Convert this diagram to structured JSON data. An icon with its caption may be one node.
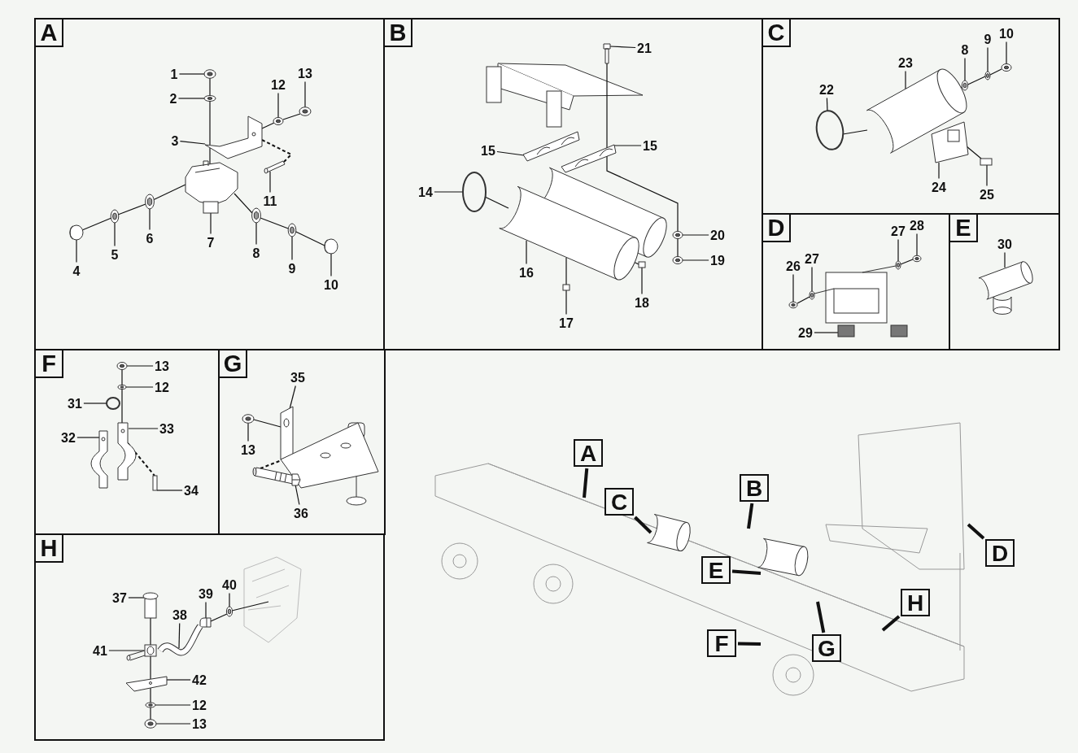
{
  "diagram": {
    "nodes": [
      {
        "text": [],
        "shape": "box"
      },
      {
        "text": [],
        "shape": "box"
      },
      {
        "text": [],
        "shape": "box"
      },
      {
        "text": [],
        "shape": "box"
      },
      {
        "text": [],
        "shape": "box"
      },
      {
        "text": [],
        "shape": "box"
      },
      {
        "text": [],
        "shape": "box"
      },
      {
        "text": [],
        "shape": "box"
      },
      {
        "text": [
          "A"
        ],
        "in": 0
      },
      {
        "text": [
          "B"
        ],
        "in": 1
      },
      {
        "text": [
          "C"
        ],
        "in": 2
      },
      {
        "text": [
          "D"
        ],
        "in": 3
      },
      {
        "text": [
          "E"
        ],
        "in": 4
      },
      {
        "text": [
          "F"
        ],
        "in": 5
      },
      {
        "text": [
          "G"
        ],
        "in": 6
      },
      {
        "text": [
          "H"
        ],
        "in": 7
      },
      {
        "text": [
          "1"
        ],
        "in": 0
      },
      {
        "text": [
          "2"
        ],
        "in": 0
      },
      {
        "text": [
          "3"
        ],
        "in": 0
      },
      {
        "text": [
          "12"
        ],
        "in": 0
      },
      {
        "text": [
          "13"
        ],
        "in": 0
      },
      {
        "text": [
          "11"
        ],
        "in": 0
      },
      {
        "text": [
          "4"
        ],
        "in": 0
      },
      {
        "text": [
          "5"
        ],
        "in": 0
      },
      {
        "text": [
          "6"
        ],
        "in": 0
      },
      {
        "text": [
          "7"
        ],
        "in": 0
      },
      {
        "text": [
          "8"
        ],
        "in": 0
      },
      {
        "text": [
          "9"
        ],
        "in": 0
      },
      {
        "text": [
          "10"
        ],
        "in": 0
      },
      {
        "text": [
          "21"
        ],
        "in": 1
      },
      {
        "text": [
          "15"
        ],
        "in": 1
      },
      {
        "text": [
          "15"
        ],
        "in": 1
      },
      {
        "text": [
          "14"
        ],
        "in": 1
      },
      {
        "text": [
          "20"
        ],
        "in": 1
      },
      {
        "text": [
          "16"
        ],
        "in": 1
      },
      {
        "text": [
          "19"
        ],
        "in": 1
      },
      {
        "text": [
          "18"
        ],
        "in": 1
      },
      {
        "text": [
          "17"
        ],
        "in": 1
      },
      {
        "text": [
          "10"
        ],
        "in": 2
      },
      {
        "text": [
          "9"
        ],
        "in": 2
      },
      {
        "text": [
          "8"
        ],
        "in": 2
      },
      {
        "text": [
          "23"
        ],
        "in": 2
      },
      {
        "text": [
          "22"
        ],
        "in": 2
      },
      {
        "text": [
          "24"
        ],
        "in": 2
      },
      {
        "text": [
          "25"
        ],
        "in": 2
      },
      {
        "text": [
          "28"
        ],
        "in": 3
      },
      {
        "text": [
          "27"
        ],
        "in": 3
      },
      {
        "text": [
          "26"
        ],
        "in": 3
      },
      {
        "text": [
          "27"
        ],
        "in": 3
      },
      {
        "text": [
          "29"
        ],
        "in": 3
      },
      {
        "text": [
          "30"
        ],
        "in": 4
      },
      {
        "text": [
          "13"
        ],
        "in": 5
      },
      {
        "text": [
          "12"
        ],
        "in": 5
      },
      {
        "text": [
          "31"
        ],
        "in": 5
      },
      {
        "text": [
          "33"
        ],
        "in": 5
      },
      {
        "text": [
          "32"
        ],
        "in": 5
      },
      {
        "text": [
          "34"
        ],
        "in": 5
      },
      {
        "text": [
          "35"
        ],
        "in": 6
      },
      {
        "text": [
          "13"
        ],
        "in": 6
      },
      {
        "text": [
          "36"
        ],
        "in": 6
      },
      {
        "text": [
          "40"
        ],
        "in": 7
      },
      {
        "text": [
          "39"
        ],
        "in": 7
      },
      {
        "text": [
          "37"
        ],
        "in": 7
      },
      {
        "text": [
          "38"
        ],
        "in": 7
      },
      {
        "text": [
          "41"
        ],
        "in": 7
      },
      {
        "text": [
          "42"
        ],
        "in": 7
      },
      {
        "text": [
          "12"
        ],
        "in": 7
      },
      {
        "text": [
          "13"
        ],
        "in": 7
      },
      {
        "text": [
          "A"
        ]
      },
      {
        "text": [
          "C"
        ]
      },
      {
        "text": [
          "B"
        ]
      },
      {
        "text": [
          "E"
        ]
      },
      {
        "text": [
          "D"
        ]
      },
      {
        "text": [
          "H"
        ]
      },
      {
        "text": [
          "F"
        ]
      },
      {
        "text": [
          "G"
        ]
      },
      {
        "text": [],
        "shape": "picture",
        "in": 0
      },
      {
        "text": [],
        "shape": "picture",
        "in": 0
      },
      {
        "text": [],
        "shape": "picture",
        "in": 0
      },
      {
        "text": [],
        "shape": "picture",
        "in": 0
      },
      {
        "text": [],
        "shape": "picture",
        "in": 0
      },
      {
        "text": [],
        "shape": "picture",
        "in": 0
      },
      {
        "text": [],
        "shape": "picture",
        "in": 0
      },
      {
        "text": [],
        "shape": "picture",
        "in": 0
      },
      {
        "text": [],
        "shape": "picture",
        "in": 0
      },
      {
        "text": [],
        "shape": "picture",
        "in": 0
      },
      {
        "text": [],
        "shape": "picture",
        "in": 0
      },
      {
        "text": [],
        "shape": "picture",
        "in": 0
      },
      {
        "text": [],
        "shape": "picture",
        "in": 0
      },
      {
        "text": [],
        "shape": "picture",
        "in": 1
      },
      {
        "text": [],
        "shape": "picture",
        "in": 1
      },
      {
        "text": [],
        "shape": "picture",
        "in": 1
      },
      {
        "text": [],
        "shape": "circle",
        "in": 1
      },
      {
        "text": [],
        "shape": "picture",
        "in": 1
      },
      {
        "text": [],
        "shape": "picture",
        "in": 1
      },
      {
        "text": [],
        "shape": "picture",
        "in": 1
      },
      {
        "text": [],
        "shape": "box",
        "in": 1
      },
      {
        "text": [],
        "shape": "box",
        "in": 1
      },
      {
        "text": [],
        "shape": "picture",
        "in": 2
      },
      {
        "text": [],
        "shape": "picture",
        "in": 2
      },
      {
        "text": [],
        "shape": "picture",
        "in": 2
      },
      {
        "text": [],
        "shape": "picture",
        "in": 2
      },
      {
        "text": [],
        "shape": "circle",
        "in": 2
      },
      {
        "text": [],
        "shape": "picture",
        "in": 2
      },
      {
        "text": [],
        "shape": "box",
        "in": 2
      },
      {
        "text": [],
        "shape": "picture",
        "in": 3
      },
      {
        "text": [],
        "shape": "picture",
        "in": 3
      },
      {
        "text": [],
        "shape": "picture",
        "in": 3
      },
      {
        "text": [],
        "shape": "picture",
        "in": 3
      },
      {
        "text": [],
        "shape": "picture",
        "in": 3
      },
      {
        "text": [],
        "shape": "picture",
        "in": 4
      },
      {
        "text": [],
        "shape": "picture",
        "in": 5
      },
      {
        "text": [],
        "shape": "picture",
        "in": 5
      },
      {
        "text": [],
        "shape": "circle",
        "in": 5
      },
      {
        "text": [],
        "shape": "picture",
        "in": 5
      },
      {
        "text": [],
        "shape": "picture",
        "in": 5
      },
      {
        "text": [],
        "shape": "box",
        "in": 5
      },
      {
        "text": [],
        "shape": "picture",
        "in": 6
      },
      {
        "text": [],
        "shape": "picture",
        "in": 6
      },
      {
        "text": [],
        "shape": "picture",
        "in": 6
      },
      {
        "text": [],
        "shape": "picture",
        "in": 7
      },
      {
        "text": [],
        "shape": "picture",
        "in": 7
      },
      {
        "text": [],
        "shape": "picture",
        "in": 7
      },
      {
        "text": [],
        "shape": "picture",
        "in": 7
      },
      {
        "text": [],
        "shape": "picture",
        "in": 7
      },
      {
        "text": [],
        "shape": "picture",
        "in": 7
      },
      {
        "text": [],
        "shape": "picture",
        "in": 7
      },
      {
        "text": [],
        "shape": "picture",
        "in": 7
      }
    ],
    "edges": [
      {
        "from": 16,
        "to": 76,
        "arrow": "none"
      },
      {
        "from": 17,
        "to": 77,
        "arrow": "none"
      },
      {
        "from": 18,
        "to": 78,
        "arrow": "none"
      },
      {
        "from": 19,
        "to": 79,
        "arrow": "none"
      },
      {
        "from": 20,
        "to": 80,
        "arrow": "none"
      },
      {
        "from": 21,
        "to": 81,
        "arrow": "none"
      },
      {
        "from": 22,
        "to": 82,
        "arrow": "none"
      },
      {
        "from": 23,
        "to": 83,
        "arrow": "none"
      },
      {
        "from": 24,
        "to": 84,
        "arrow": "none"
      },
      {
        "from": 25,
        "to": 85,
        "arrow": "none"
      },
      {
        "from": 26,
        "to": 86,
        "arrow": "none"
      },
      {
        "from": 27,
        "to": 87,
        "arrow": "none"
      },
      {
        "from": 28,
        "to": 88,
        "arrow": "none"
      },
      {
        "from": 29,
        "to": 89,
        "arrow": "none"
      },
      {
        "from": 30,
        "to": 90,
        "arrow": "none"
      },
      {
        "from": 31,
        "to": 91,
        "arrow": "none"
      },
      {
        "from": 32,
        "to": 92,
        "arrow": "none"
      },
      {
        "from": 33,
        "to": 93,
        "arrow": "none"
      },
      {
        "from": 34,
        "to": 94,
        "arrow": "none"
      },
      {
        "from": 35,
        "to": 95,
        "arrow": "none"
      },
      {
        "from": 36,
        "to": 96,
        "arrow": "none"
      },
      {
        "from": 37,
        "to": 97,
        "arrow": "none"
      },
      {
        "from": 38,
        "to": 98,
        "arrow": "none"
      },
      {
        "from": 39,
        "to": 99,
        "arrow": "none"
      },
      {
        "from": 40,
        "to": 100,
        "arrow": "none"
      },
      {
        "from": 41,
        "to": 101,
        "arrow": "none"
      },
      {
        "from": 42,
        "to": 102,
        "arrow": "none"
      },
      {
        "from": 43,
        "to": 103,
        "arrow": "none"
      },
      {
        "from": 44,
        "to": 104,
        "arrow": "none"
      },
      {
        "from": 45,
        "to": 105,
        "arrow": "none"
      },
      {
        "from": 46,
        "to": 106,
        "arrow": "none"
      },
      {
        "from": 47,
        "to": 107,
        "arrow": "none"
      },
      {
        "from": 48,
        "to": 108,
        "arrow": "none"
      },
      {
        "from": 49,
        "to": 109,
        "arrow": "none"
      },
      {
        "from": 50,
        "to": 110,
        "arrow": "none"
      },
      {
        "from": 51,
        "to": 111,
        "arrow": "none"
      },
      {
        "from": 52,
        "to": 112,
        "arrow": "none"
      },
      {
        "from": 53,
        "to": 113,
        "arrow": "none"
      },
      {
        "from": 54,
        "to": 114,
        "arrow": "none"
      },
      {
        "from": 55,
        "to": 115,
        "arrow": "none"
      },
      {
        "from": 56,
        "to": 116,
        "arrow": "none"
      },
      {
        "from": 57,
        "to": 117,
        "arrow": "none"
      },
      {
        "from": 58,
        "to": 118,
        "arrow": "none"
      },
      {
        "from": 59,
        "to": 119,
        "arrow": "none"
      },
      {
        "from": 60,
        "to": 120,
        "arrow": "none"
      },
      {
        "from": 61,
        "to": 121,
        "arrow": "none"
      },
      {
        "from": 62,
        "to": 122,
        "arrow": "none"
      },
      {
        "from": 63,
        "to": 123,
        "arrow": "none"
      },
      {
        "from": 64,
        "to": 124,
        "arrow": "none"
      },
      {
        "from": 65,
        "to": 125,
        "arrow": "none"
      },
      {
        "from": 66,
        "to": 126,
        "arrow": "none"
      },
      {
        "from": 67,
        "to": 127,
        "arrow": "none"
      },
      {
        "from": 68,
        "to": null,
        "arrow": "none",
        "style": "thick"
      },
      {
        "from": 69,
        "to": null,
        "arrow": "none",
        "style": "thick"
      },
      {
        "from": 70,
        "to": null,
        "arrow": "none",
        "style": "thick"
      },
      {
        "from": 71,
        "to": null,
        "arrow": "none",
        "style": "thick"
      },
      {
        "from": 72,
        "to": null,
        "arrow": "none",
        "style": "thick"
      },
      {
        "from": 73,
        "to": null,
        "arrow": "none",
        "style": "thick"
      },
      {
        "from": 74,
        "to": null,
        "arrow": "none",
        "style": "thick"
      },
      {
        "from": 75,
        "to": null,
        "arrow": "none",
        "style": "thick"
      },
      {
        "from": 82,
        "to": 83,
        "arrow": "none"
      },
      {
        "from": 83,
        "to": 84,
        "arrow": "none"
      },
      {
        "from": 84,
        "to": 85,
        "arrow": "none"
      },
      {
        "from": 85,
        "to": 86,
        "arrow": "none"
      },
      {
        "from": 86,
        "to": 87,
        "arrow": "none"
      },
      {
        "from": 87,
        "to": 88,
        "arrow": "none"
      },
      {
        "from": 76,
        "to": 77,
        "arrow": "none"
      },
      {
        "from": 77,
        "to": 78,
        "arrow": "none"
      },
      {
        "from": 78,
        "to": 85,
        "arrow": "none"
      },
      {
        "from": 78,
        "to": 79,
        "arrow": "none"
      },
      {
        "from": 79,
        "to": 80,
        "arrow": "none"
      },
      {
        "from": 78,
        "to": 81,
        "arrow": "none",
        "style": "dashed"
      },
      {
        "from": 89,
        "to": 93,
        "arrow": "none"
      },
      {
        "from": 93,
        "to": 95,
        "arrow": "none"
      },
      {
        "from": 92,
        "to": 94,
        "arrow": "none"
      },
      {
        "from": 94,
        "to": 96,
        "arrow": "none"
      },
      {
        "from": 94,
        "to": 97,
        "arrow": "none"
      },
      {
        "from": 102,
        "to": 101,
        "arrow": "none"
      },
      {
        "from": 101,
        "to": 100,
        "arrow": "none"
      },
      {
        "from": 100,
        "to": 99,
        "arrow": "none"
      },
      {
        "from": 99,
        "to": 98,
        "arrow": "none"
      },
      {
        "from": 103,
        "to": 104,
        "arrow": "none"
      },
      {
        "from": 107,
        "to": 108,
        "arrow": "none"
      },
      {
        "from": 106,
        "to": 105,
        "arrow": "none"
      },
      {
        "from": 111,
        "to": 112,
        "arrow": "none"
      },
      {
        "from": 112,
        "to": 114,
        "arrow": "none"
      },
      {
        "from": 114,
        "to": 116,
        "arrow": "none",
        "style": "dashed"
      },
      {
        "from": 118,
        "to": 117,
        "arrow": "none"
      },
      {
        "from": 119,
        "to": 117,
        "arrow": "none",
        "style": "dashed"
      },
      {
        "from": 122,
        "to": 124,
        "arrow": "none"
      },
      {
        "from": 125,
        "to": 126,
        "arrow": "none"
      },
      {
        "from": 126,
        "to": 127,
        "arrow": "none"
      },
      {
        "from": 121,
        "to": 120,
        "arrow": "none"
      },
      {
        "from": 120,
        "to": null,
        "arrow": "none"
      },
      {
        "from": 124,
        "to": 125,
        "arrow": "none"
      }
    ]
  }
}
